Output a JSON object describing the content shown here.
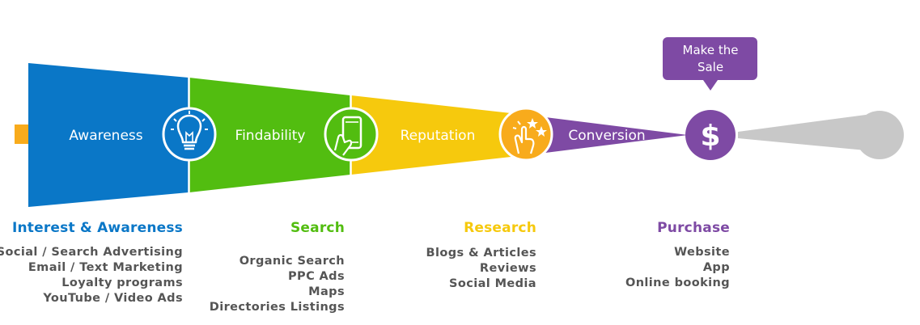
{
  "colors": {
    "blue": "#0a77c7",
    "green": "#52bd10",
    "yellow": "#f6c90d",
    "purple": "#7e4aa4",
    "gray": "#c8c8c8",
    "orange": "#f8ab1c",
    "text": "#555555"
  },
  "stages": [
    {
      "label": "Awareness",
      "icon": "lightbulb-icon"
    },
    {
      "label": "Findability",
      "icon": "smartphone-icon"
    },
    {
      "label": "Reputation",
      "icon": "rating-stars-icon"
    },
    {
      "label": "Conversion",
      "icon": "dollar-icon"
    }
  ],
  "callout": {
    "line1": "Make the",
    "line2": "Sale"
  },
  "columns": [
    {
      "heading": "Interest & Awareness",
      "color": "#0a77c7",
      "items": [
        "Social / Search Advertising",
        "Email / Text Marketing",
        "Loyalty programs",
        "YouTube / Video Ads"
      ]
    },
    {
      "heading": "Search",
      "color": "#52bd10",
      "items": [
        "Organic Search",
        "PPC Ads",
        "Maps",
        "Directories Listings"
      ]
    },
    {
      "heading": "Research",
      "color": "#f6c90d",
      "items": [
        "Blogs & Articles",
        "Reviews",
        "Social Media"
      ]
    },
    {
      "heading": "Purchase",
      "color": "#7e4aa4",
      "items": [
        "Website",
        "App",
        "Online booking"
      ]
    }
  ]
}
